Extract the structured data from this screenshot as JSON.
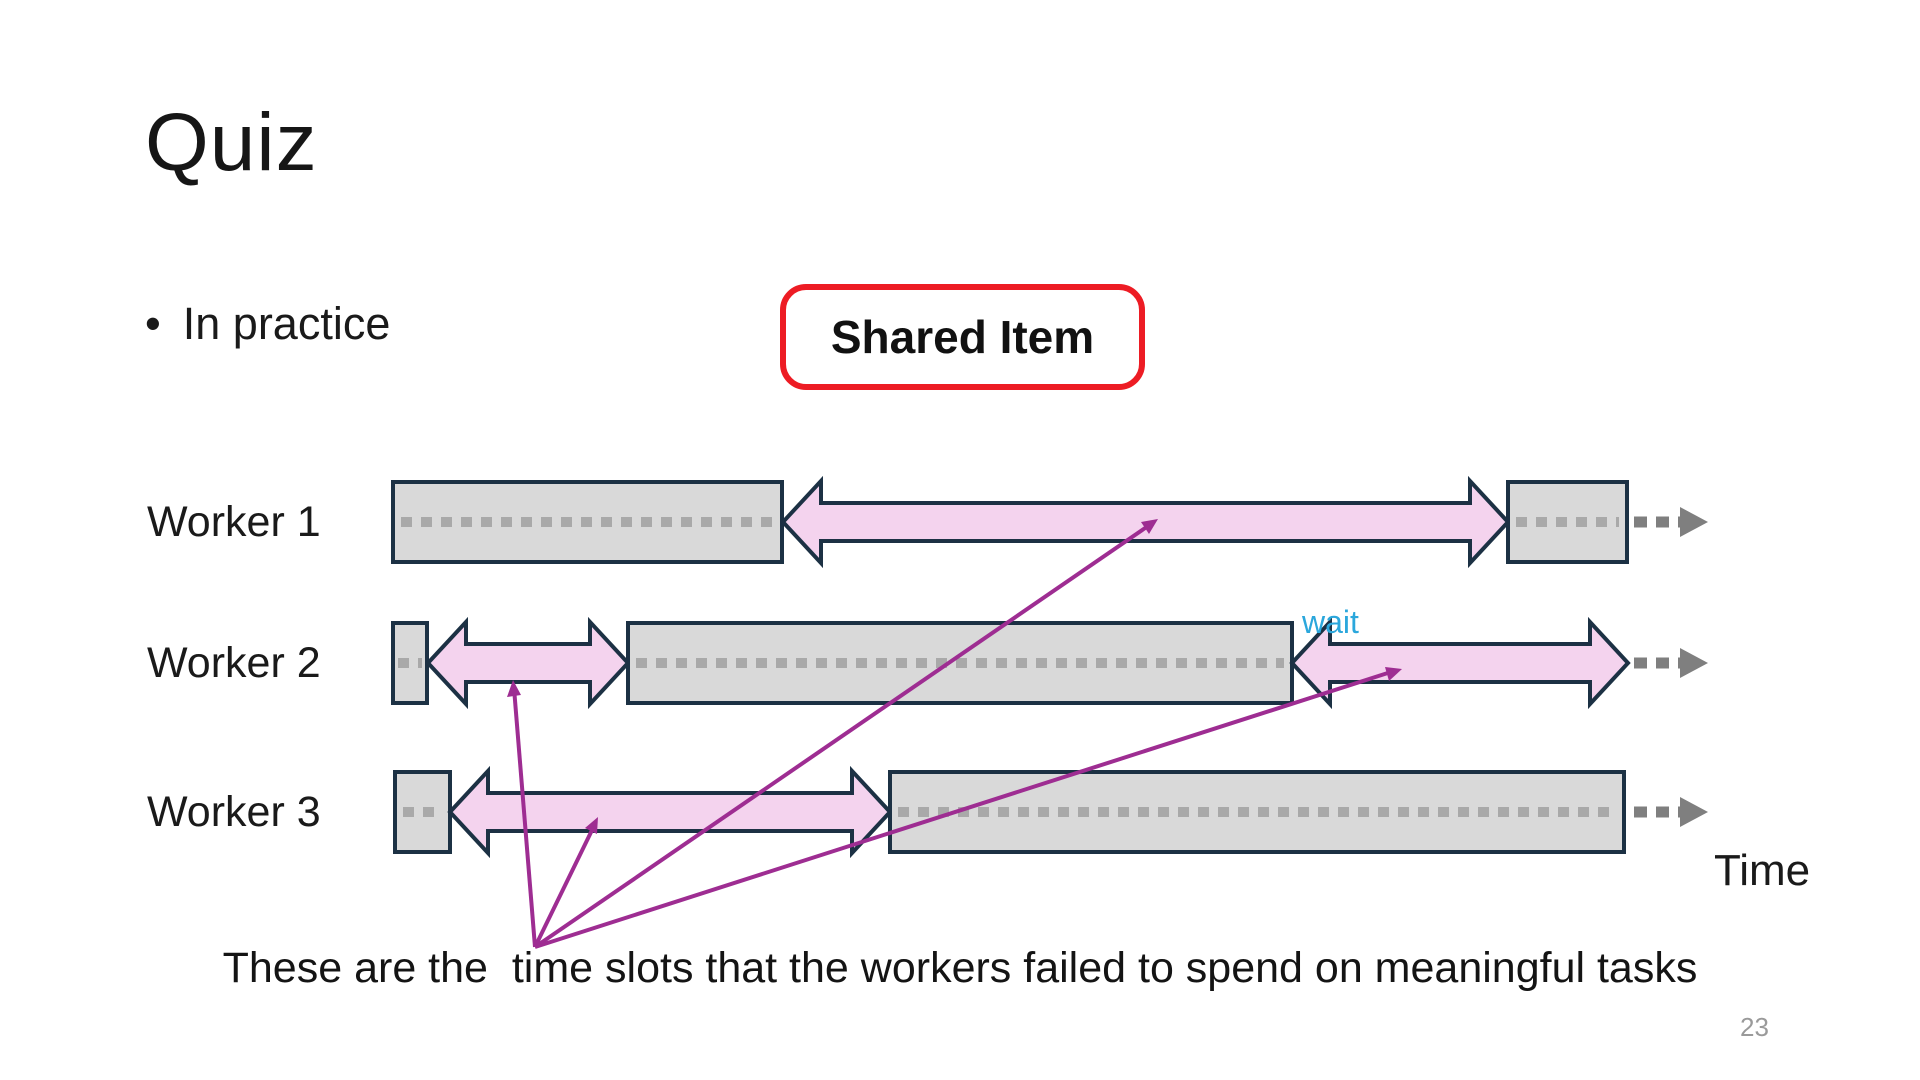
{
  "slide": {
    "title": "Quiz",
    "bullet_glyph": "•",
    "bullet_text": "In practice",
    "shared_item_label": "Shared Item",
    "workers": [
      "Worker 1",
      "Worker 2",
      "Worker 3"
    ],
    "wait_label": "wait",
    "time_axis_label": "Time",
    "caption": "These are the  time slots that the workers failed to spend on meaningful tasks",
    "page_number": "23",
    "colors": {
      "bar_fill": "#d9d9d9",
      "bar_border": "#1c3144",
      "arrow_fill": "#f4d3ee",
      "annotation": "#9e2d92",
      "shared_box_border": "#ed1c24",
      "wait_text": "#2ba7dc",
      "dash": "#a9a9a9",
      "timeline_dash": "#7f7f7f"
    }
  },
  "diagram": {
    "type": "timeline",
    "axis_label": "Time",
    "rows": [
      {
        "worker": "Worker 1",
        "segments": [
          {
            "kind": "working"
          },
          {
            "kind": "waiting-for-shared-item"
          },
          {
            "kind": "working"
          }
        ]
      },
      {
        "worker": "Worker 2",
        "segments": [
          {
            "kind": "working"
          },
          {
            "kind": "waiting-for-shared-item"
          },
          {
            "kind": "working"
          },
          {
            "kind": "waiting-for-shared-item",
            "label": "wait"
          }
        ]
      },
      {
        "worker": "Worker 3",
        "segments": [
          {
            "kind": "working"
          },
          {
            "kind": "waiting-for-shared-item"
          },
          {
            "kind": "working"
          }
        ]
      }
    ],
    "annotation": {
      "text": "These are the  time slots that the workers failed to spend on meaningful tasks",
      "pointed_segments": 4
    }
  }
}
